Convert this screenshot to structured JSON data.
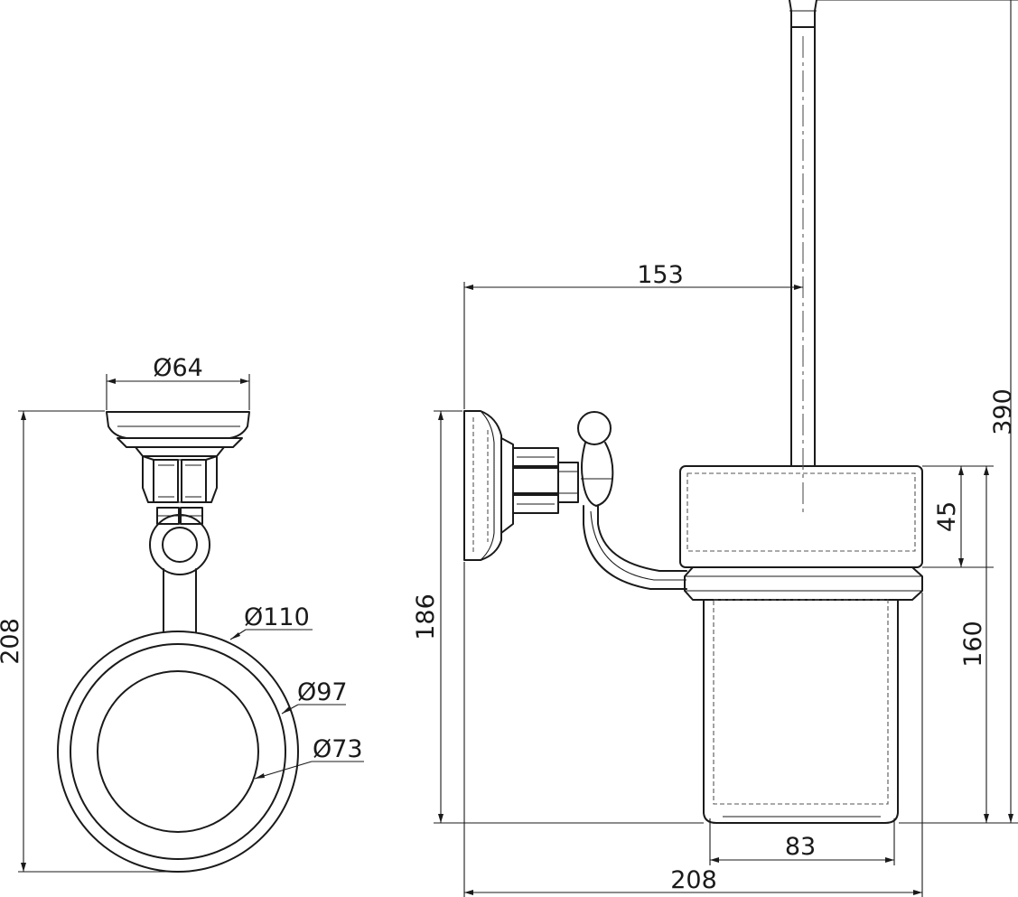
{
  "side_view": {
    "dimensions": {
      "base_diameter": "Ø64",
      "ring_outer": "Ø110",
      "ring_middle": "Ø97",
      "ring_inner": "Ø73",
      "height": "208"
    }
  },
  "front_view": {
    "dimensions": {
      "brush_reach": "153",
      "total_height": "390",
      "holder_height": "186",
      "rim_height": "45",
      "cup_height": "160",
      "cup_bottom_width": "83",
      "total_width": "208"
    }
  },
  "style": {
    "line_color": "#1a1a1a",
    "hidden_line_color": "#555555",
    "background": "#ffffff"
  }
}
